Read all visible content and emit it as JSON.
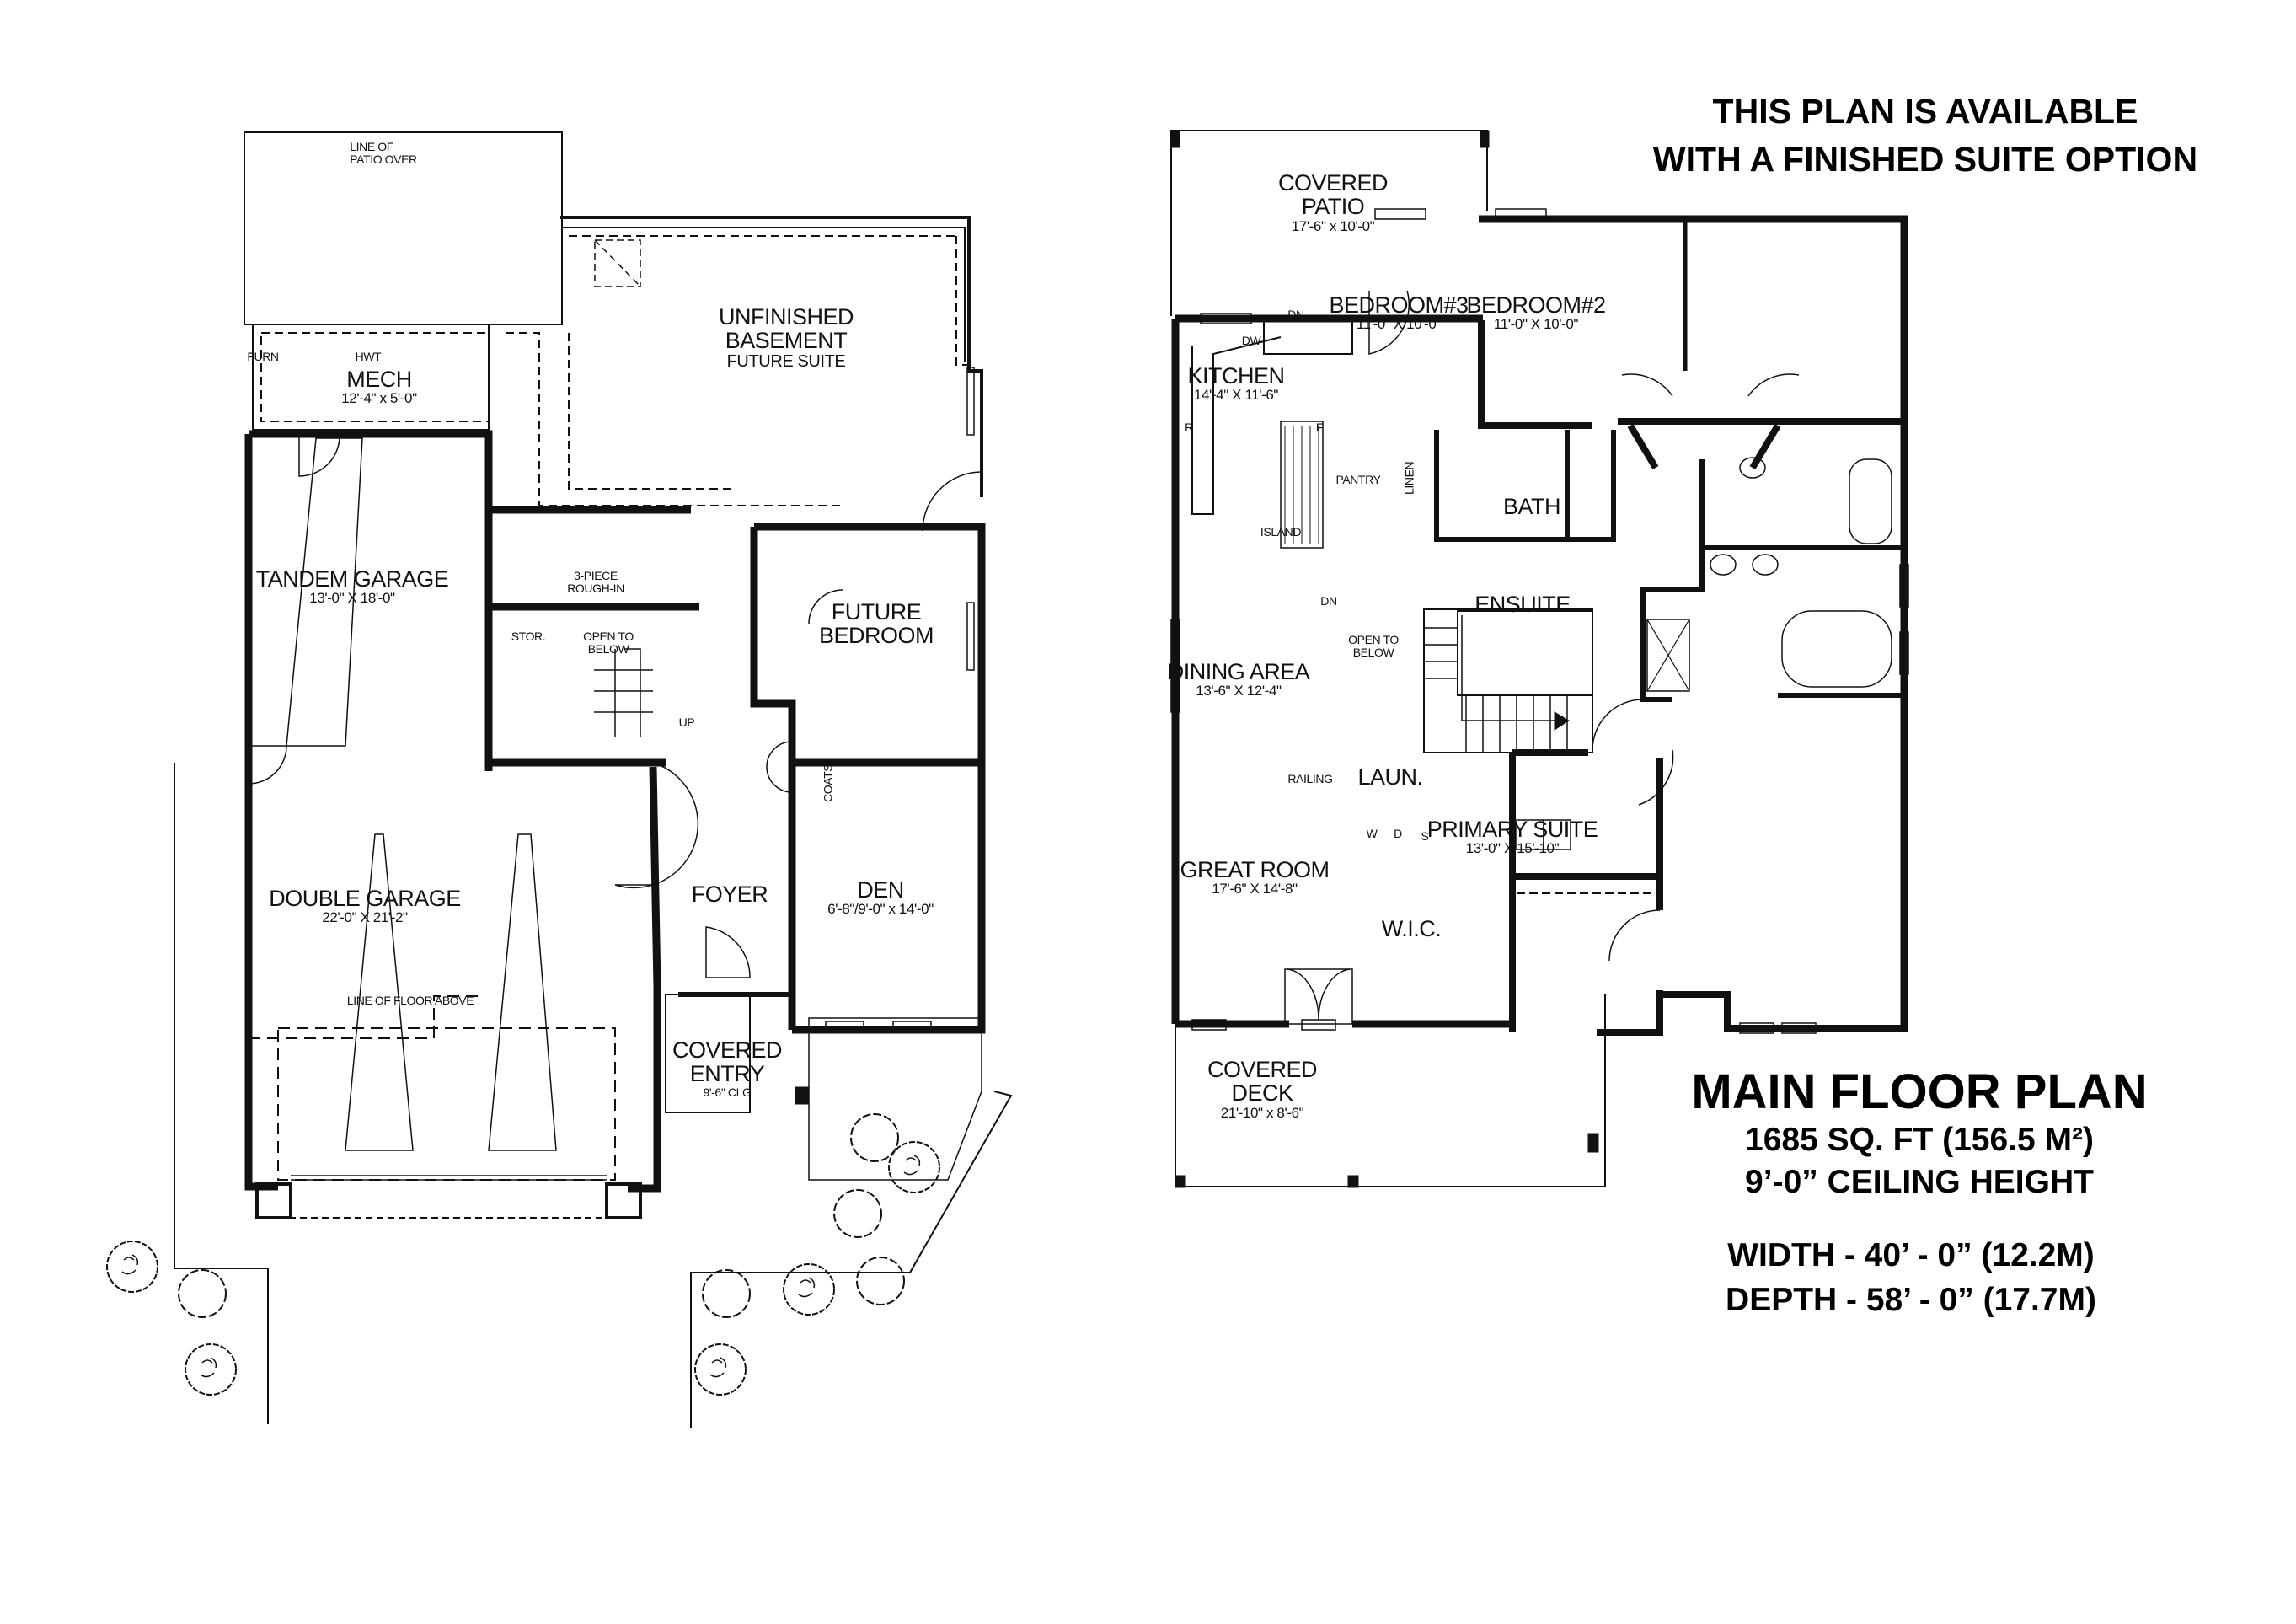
{
  "notice": {
    "line1": "THIS PLAN IS AVAILABLE",
    "line2": "WITH A FINISHED SUITE OPTION"
  },
  "plan_info": {
    "title": "MAIN FLOOR PLAN",
    "area": "1685  SQ. FT (156.5 M²)",
    "ceiling": "9’-0” CEILING HEIGHT",
    "width": "WIDTH - 40’ - 0” (12.2M)",
    "depth": "DEPTH - 58’ - 0” (17.7M)"
  },
  "lower_floor": {
    "rooms": [
      {
        "name": "UNFINISHED",
        "name2": "BASEMENT",
        "sub": "FUTURE SUITE"
      },
      {
        "name": "MECH",
        "dim": "12'-4\" x 5'-0\""
      },
      {
        "name": "TANDEM GARAGE",
        "dim": "13'-0\" X 18'-0\""
      },
      {
        "name": "DOUBLE GARAGE",
        "dim": "22'-0\" X 21'-2\""
      },
      {
        "name": "FUTURE",
        "name2": "BEDROOM"
      },
      {
        "name": "FOYER"
      },
      {
        "name": "DEN",
        "dim": "6'-8\"/9'-0\" x 14'-0\""
      },
      {
        "name": "COVERED",
        "name2": "ENTRY",
        "dim": "9'-6\" CLG"
      }
    ],
    "notes": {
      "patio_over": [
        "LINE OF",
        "PATIO OVER"
      ],
      "furn": "FURN",
      "hwt": "HWT",
      "rough_in": [
        "3-PIECE",
        "ROUGH-IN"
      ],
      "stor": "STOR.",
      "open_below": [
        "OPEN TO",
        "BELOW"
      ],
      "up": "UP",
      "coats": "COATS",
      "floor_above": "LINE OF FLOOR ABOVE"
    }
  },
  "main_floor": {
    "rooms": [
      {
        "name": "COVERED",
        "name2": "PATIO",
        "dim": "17'-6\" x 10'-0\""
      },
      {
        "name": "BEDROOM#3",
        "dim": "11'-0\" X 10'-0\""
      },
      {
        "name": "BEDROOM#2",
        "dim": "11'-0\" X 10'-0\""
      },
      {
        "name": "KITCHEN",
        "dim": "14'-4\" X 11'-6\""
      },
      {
        "name": "BATH"
      },
      {
        "name": "ENSUITE"
      },
      {
        "name": "DINING AREA",
        "dim": "13'-6\" X 12'-4\""
      },
      {
        "name": "LAUN."
      },
      {
        "name": "PRIMARY SUITE",
        "dim": "13'-0\" X 15'-10\""
      },
      {
        "name": "GREAT ROOM",
        "dim": "17'-6\" X 14'-8\""
      },
      {
        "name": "W.I.C."
      },
      {
        "name": "COVERED",
        "name2": "DECK",
        "dim": "21'-10\" x 8'-6\""
      }
    ],
    "notes": {
      "dn_top": "DN",
      "dw": "DW",
      "r": "R",
      "f": "F",
      "pantry": "PANTRY",
      "linen": "LINEN",
      "island": "ISLAND",
      "dn_stair": "DN",
      "open_below": [
        "OPEN TO",
        "BELOW"
      ],
      "railing": "RAILING",
      "w": "W",
      "d": "D",
      "s": "S"
    }
  },
  "colors": {
    "line": "#111111",
    "background": "#ffffff"
  }
}
